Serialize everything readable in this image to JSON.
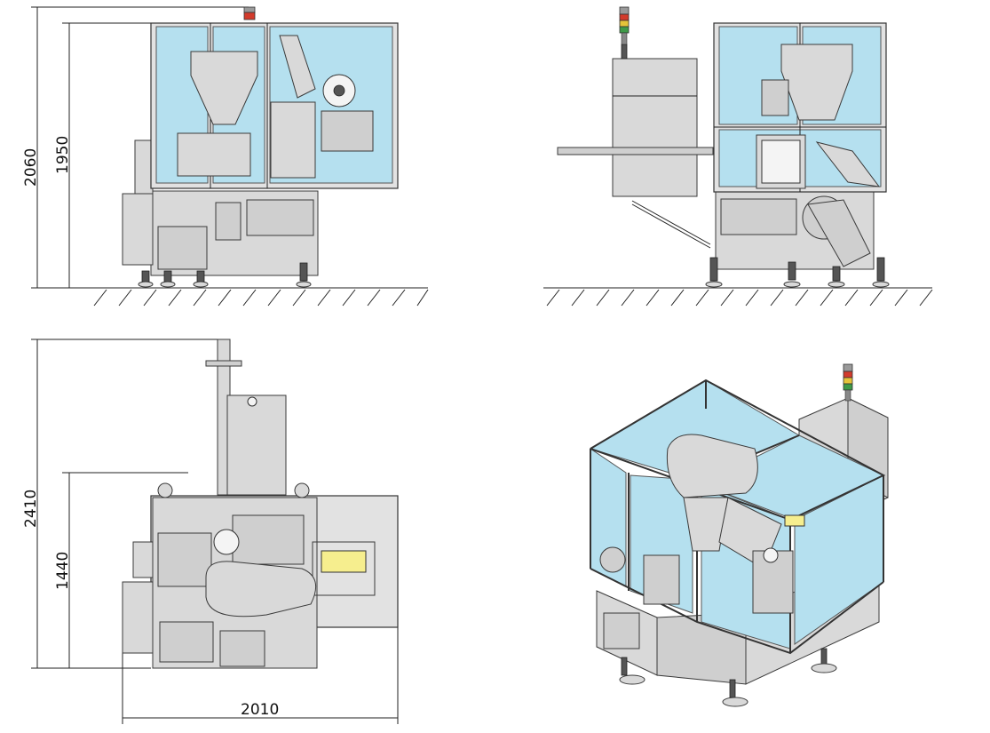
{
  "dimensions": {
    "front_height_total": "2060",
    "front_height_guard": "1950",
    "top_depth_total": "2410",
    "top_depth_frame": "1440",
    "top_width": "2010"
  },
  "colors": {
    "guard_glass": "#b5e0ef",
    "machine_body": "#d9d9d9",
    "panel_yellow": "#f6ee8e",
    "beacon_red": "#d23b2c",
    "beacon_yellow": "#e5c43a",
    "beacon_green": "#3f9a48"
  },
  "views": [
    "front",
    "side",
    "top",
    "isometric"
  ]
}
